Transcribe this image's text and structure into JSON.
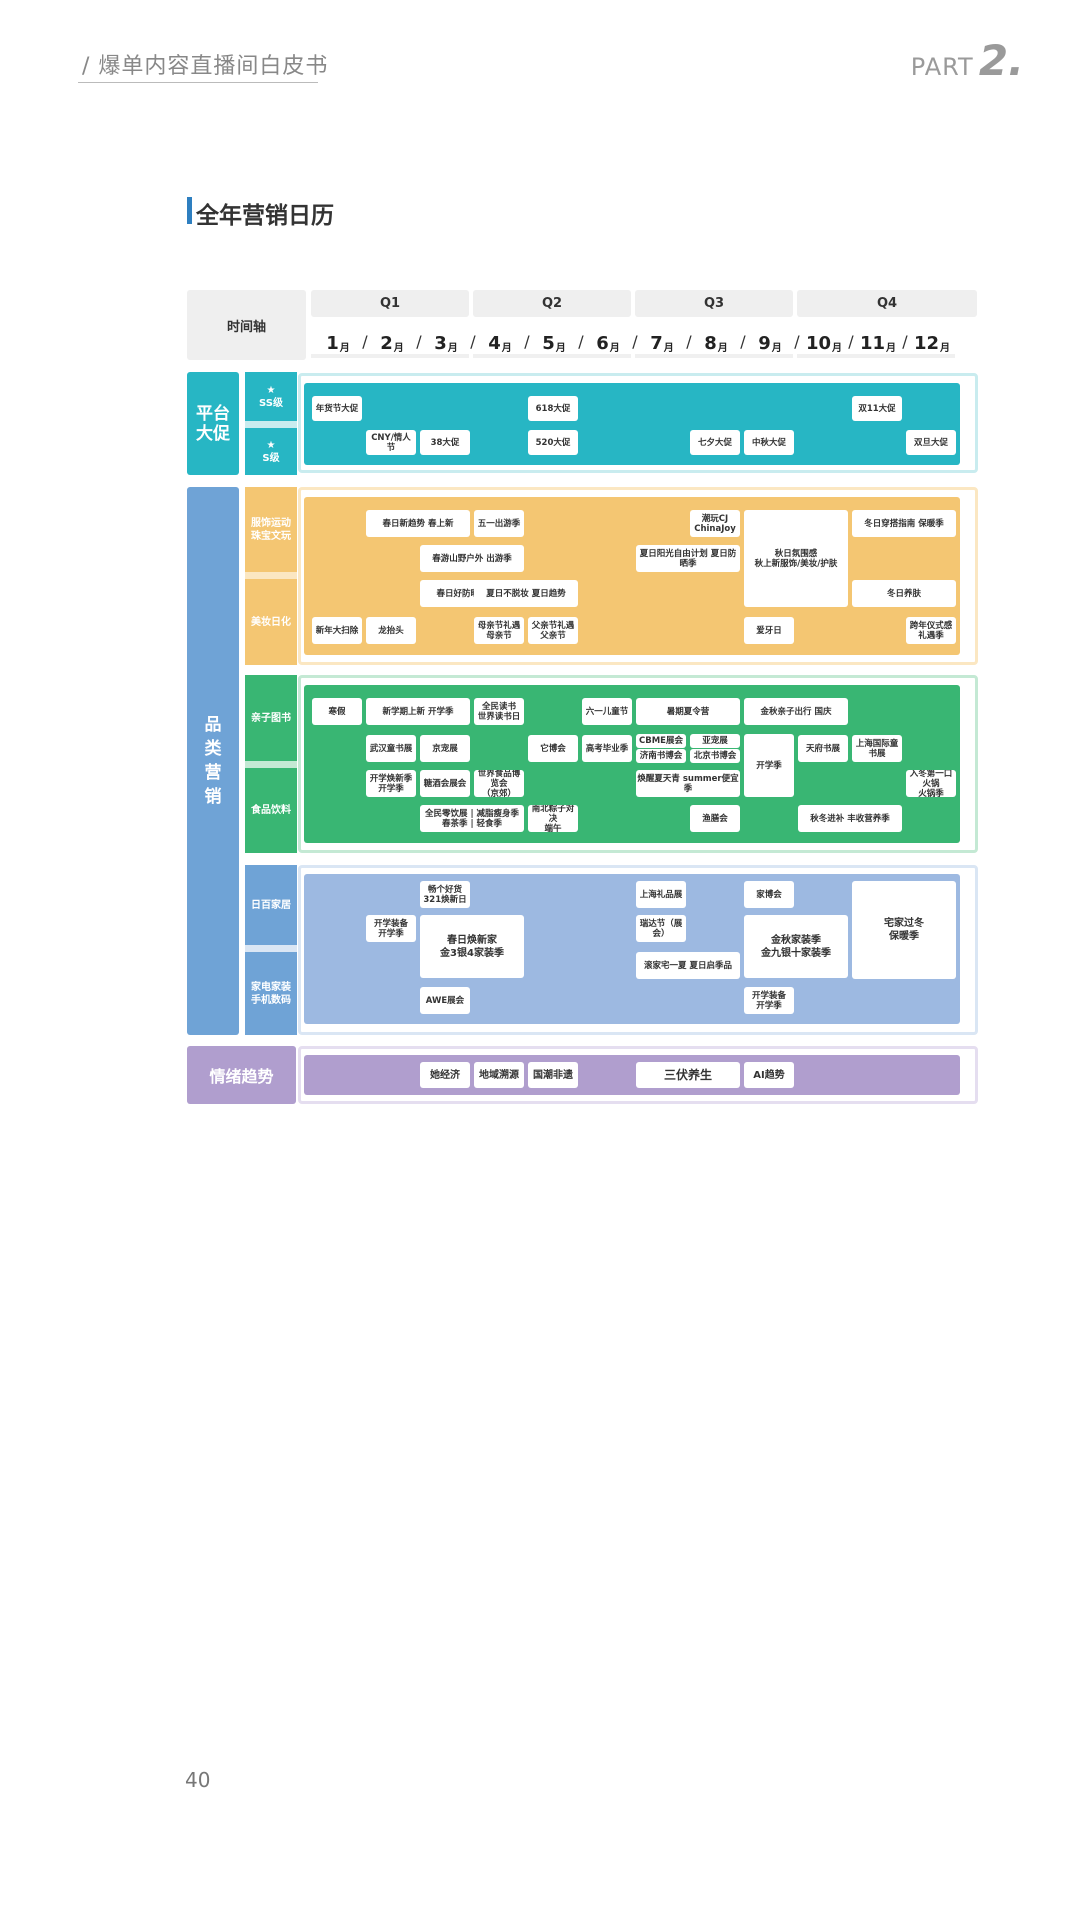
{
  "header": {
    "doc_title": "/  爆单内容直播间白皮书",
    "part_word": "PART",
    "part_num": "2."
  },
  "section_title": "全年营销日历",
  "page_number": "40",
  "calendar": {
    "timeline_label": "时间轴",
    "quarters": [
      "Q1",
      "Q2",
      "Q3",
      "Q4"
    ],
    "months": [
      {
        "n": "1",
        "u": "月"
      },
      {
        "n": "2",
        "u": "月"
      },
      {
        "n": "3",
        "u": "月"
      },
      {
        "n": "4",
        "u": "月"
      },
      {
        "n": "5",
        "u": "月"
      },
      {
        "n": "6",
        "u": "月"
      },
      {
        "n": "7",
        "u": "月"
      },
      {
        "n": "8",
        "u": "月"
      },
      {
        "n": "9",
        "u": "月"
      },
      {
        "n": "10",
        "u": "月"
      },
      {
        "n": "11",
        "u": "月"
      },
      {
        "n": "12",
        "u": "月"
      }
    ],
    "slash": "/",
    "platform": {
      "label": "平台\n大促",
      "ss_label": "★\nSS级",
      "s_label": "★\nS级",
      "ss_events": [
        "年货节大促",
        "618大促",
        "双11大促"
      ],
      "s_events": [
        "CNY/情人节",
        "38大促",
        "520大促",
        "七夕大促",
        "中秋大促",
        "双旦大促"
      ]
    },
    "category": {
      "label": "品\n类\n营\n销",
      "fashion": {
        "label1": "服饰运动\n珠宝文玩",
        "label2": "美妆日化",
        "events": [
          "春日新趋势 春上新",
          "五一出游季",
          "潮玩CJ ChinaJoy",
          "冬日穿搭指南 保暖季",
          "春游山野户外 出游季",
          "夏日阳光自由计划 夏日防晒季",
          "秋日氛围感\n秋上新服饰/美妆/护肤",
          "春日好防晒 出游季",
          "夏日不脱妆 夏日趋势",
          "冬日养肤",
          "新年大扫除",
          "龙抬头",
          "母亲节礼遇\n母亲节",
          "父亲节礼遇\n父亲节",
          "爱牙日",
          "跨年仪式感\n礼遇季"
        ]
      },
      "kids": {
        "label1": "亲子图书",
        "label2": "食品饮料",
        "events": [
          "寒假",
          "新学期上新 开学季",
          "全民读书\n世界读书日",
          "六一儿童节",
          "暑期夏令营",
          "金秋亲子出行 国庆",
          "武汉童书展",
          "京宠展",
          "它博会",
          "高考毕业季",
          "CBME展会",
          "亚宠展",
          "济南书博会",
          "北京书博会",
          "开学季",
          "天府书展",
          "上海国际童书展",
          "开学焕新季\n开学季",
          "糖酒会展会",
          "世界食品博览会\n（京郊）",
          "焕醒夏天青 summer便宜季",
          "入冬第一口火锅\n火锅季",
          "全民零饮展 | 减脂瘦身季\n春茶季 | 轻食季",
          "南北粽子对决\n端午",
          "渔膳会",
          "秋冬进补 丰收营养季"
        ]
      },
      "home": {
        "label1": "日百家居",
        "label2": "家电家装\n手机数码",
        "events": [
          "畅个好货\n321焕新日",
          "上海礼品展",
          "家博会",
          "宅家过冬\n保暖季",
          "开学装备\n开学季",
          "春日焕新家\n金3银4家装季",
          "瑞达节（展会）",
          "金秋家装季\n金九银十家装季",
          "滚家宅一夏 夏日启季品",
          "AWE展会",
          "开学装备\n开学季"
        ]
      }
    },
    "mood": {
      "label": "情绪趋势",
      "events": [
        "她经济",
        "地域溯源",
        "国潮非遗",
        "三伏养生",
        "AI趋势"
      ]
    }
  },
  "colors": {
    "accent": "#2e7fc0",
    "platform": "#27b6c4",
    "category_label": "#6fa3d6",
    "fashion": "#f4c672",
    "kids": "#39b673",
    "home": "#9db9e1",
    "mood": "#b09ece"
  }
}
